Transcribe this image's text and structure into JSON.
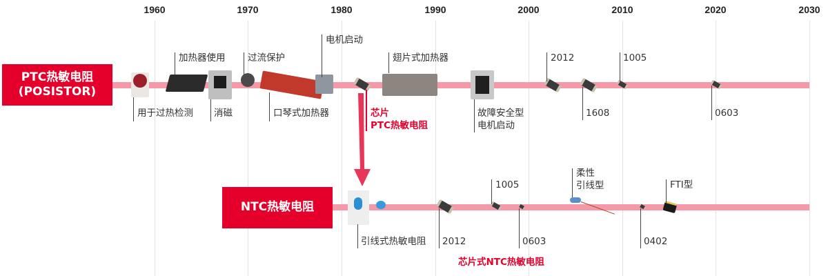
{
  "axis": {
    "years": [
      "1960",
      "1970",
      "1980",
      "1990",
      "2000",
      "2010",
      "2020",
      "2030"
    ]
  },
  "ptc": {
    "title_line1": "PTC热敏电阻",
    "title_line2": "(POSISTOR)",
    "events": [
      {
        "label": "用于过热检测",
        "position": "below"
      },
      {
        "label": "加热器使用",
        "position": "above"
      },
      {
        "label": "消磁",
        "position": "below"
      },
      {
        "label": "过流保护",
        "position": "above"
      },
      {
        "label": "口琴式加热器",
        "position": "below"
      },
      {
        "label": "电机启动",
        "position": "above"
      },
      {
        "label": "翅片式加热器",
        "position": "above"
      },
      {
        "label_line1": "故障安全型",
        "label_line2": "电机启动",
        "position": "below"
      },
      {
        "label": "2012",
        "position": "above"
      },
      {
        "label": "1608",
        "position": "below"
      },
      {
        "label": "1005",
        "position": "above"
      },
      {
        "label": "0603",
        "position": "below"
      }
    ],
    "chip_callout_line1": "芯片",
    "chip_callout_line2": "PTC热敏电阻"
  },
  "ntc": {
    "title": "NTC热敏电阻",
    "events": [
      {
        "label": "引线式热敏电阻",
        "position": "below"
      },
      {
        "label": "2012",
        "position": "below"
      },
      {
        "label": "1005",
        "position": "above"
      },
      {
        "label": "0603",
        "position": "below"
      },
      {
        "label_line1": "柔性",
        "label_line2": "引线型",
        "position": "above"
      },
      {
        "label": "0402",
        "position": "below"
      },
      {
        "label": "FTI型",
        "position": "above"
      }
    ],
    "chip_callout": "芯片式NTC热敏电阻"
  },
  "colors": {
    "brand_red": "#e4002b",
    "timeline_pink": "#f598a8",
    "grid": "#e2e2e2"
  }
}
